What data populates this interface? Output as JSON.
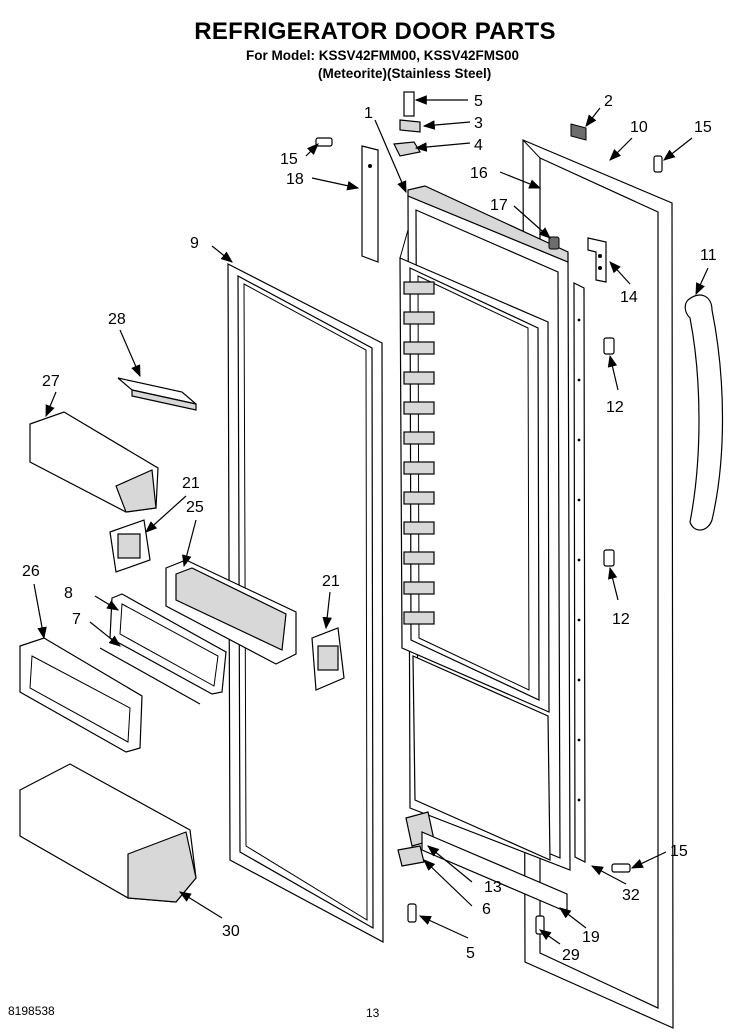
{
  "header": {
    "title": "REFRIGERATOR DOOR PARTS",
    "model_line": "For Model: KSSV42FMM00, KSSV42FMS00",
    "finish_line": "(Meteorite)(Stainless Steel)"
  },
  "footer": {
    "doc_number": "8198538",
    "page_number": "13"
  },
  "callouts": [
    {
      "id": "c1",
      "text": "1"
    },
    {
      "id": "c2",
      "text": "2"
    },
    {
      "id": "c3",
      "text": "3"
    },
    {
      "id": "c4",
      "text": "4"
    },
    {
      "id": "c5a",
      "text": "5"
    },
    {
      "id": "c5b",
      "text": "5"
    },
    {
      "id": "c6",
      "text": "6"
    },
    {
      "id": "c7",
      "text": "7"
    },
    {
      "id": "c8",
      "text": "8"
    },
    {
      "id": "c9",
      "text": "9"
    },
    {
      "id": "c10",
      "text": "10"
    },
    {
      "id": "c11",
      "text": "11"
    },
    {
      "id": "c12a",
      "text": "12"
    },
    {
      "id": "c12b",
      "text": "12"
    },
    {
      "id": "c13",
      "text": "13"
    },
    {
      "id": "c14",
      "text": "14"
    },
    {
      "id": "c15a",
      "text": "15"
    },
    {
      "id": "c15b",
      "text": "15"
    },
    {
      "id": "c15c",
      "text": "15"
    },
    {
      "id": "c16",
      "text": "16"
    },
    {
      "id": "c17",
      "text": "17"
    },
    {
      "id": "c18",
      "text": "18"
    },
    {
      "id": "c19",
      "text": "19"
    },
    {
      "id": "c21a",
      "text": "21"
    },
    {
      "id": "c21b",
      "text": "21"
    },
    {
      "id": "c25",
      "text": "25"
    },
    {
      "id": "c26",
      "text": "26"
    },
    {
      "id": "c27",
      "text": "27"
    },
    {
      "id": "c28",
      "text": "28"
    },
    {
      "id": "c29",
      "text": "29"
    },
    {
      "id": "c30",
      "text": "30"
    },
    {
      "id": "c32",
      "text": "32"
    }
  ]
}
